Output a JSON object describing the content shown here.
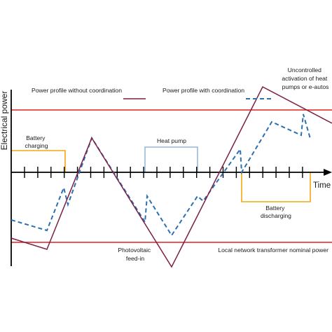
{
  "axes": {
    "y_label": "Electrical power",
    "x_label": "Time"
  },
  "legend": {
    "without_coordination": "Power profile without coordination",
    "with_coordination": "Power profile with coordination"
  },
  "annotations": {
    "battery_charging": [
      "Battery",
      "charging"
    ],
    "heat_pump": "Heat pump",
    "battery_discharging": [
      "Battery",
      "discharging"
    ],
    "uncontrolled": [
      "Uncontrolled",
      "activation of heat",
      "pumps or e-autos"
    ],
    "photovoltaic": [
      "Photovoltaic",
      "feed-in"
    ],
    "transformer_limit": "Local network transformer nominal power"
  },
  "colors": {
    "without_coordination": "#7b1f45",
    "with_coordination": "#2e6fb0",
    "transformer_limit": "#e02020",
    "battery": "#f3a712",
    "heat_pump": "#7fa8d8",
    "axis": "#000000"
  }
}
